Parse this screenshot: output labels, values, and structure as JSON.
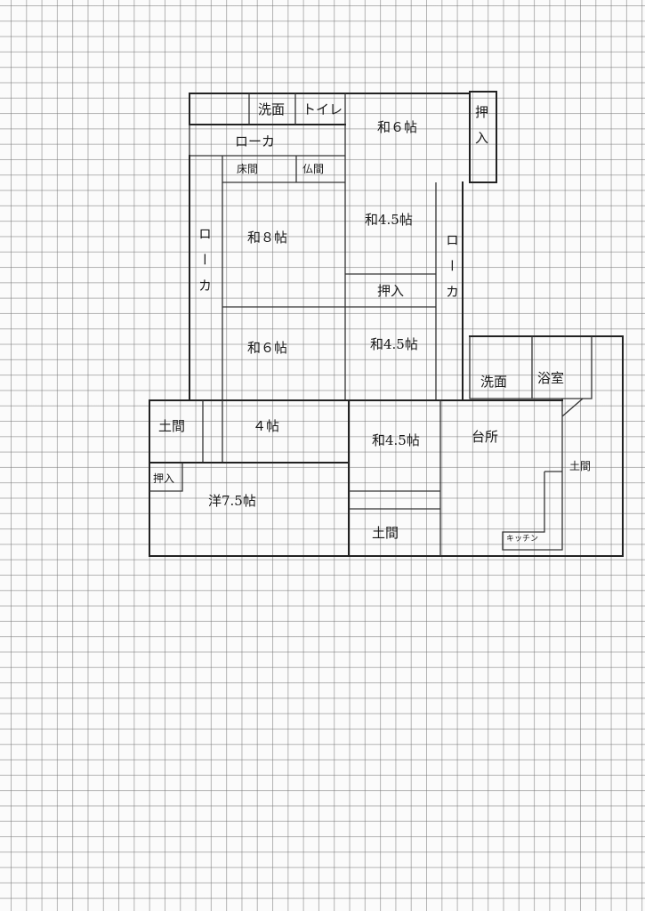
{
  "rooms": {
    "senmen_top": "洗面",
    "toilet": "トイレ",
    "wa6_top": "和６帖",
    "oshiire_right_top": "押入",
    "roka_top": "ローカ",
    "tokonoma": "床間",
    "butsuma": "仏間",
    "wa8": "和８帖",
    "wa45_a": "和4.5帖",
    "roka_left": "ローカ",
    "roka_right": "ローカ",
    "oshiire_mid": "押入",
    "wa6_mid": "和６帖",
    "wa45_b": "和4.5帖",
    "senmen_bath": "洗面",
    "yokushitsu": "浴室",
    "doma_left": "土間",
    "yon_jo": "４帖",
    "wa45_c": "和4.5帖",
    "daidokoro": "台所",
    "doma_right": "土間",
    "oshiire_small": "押入",
    "you75": "洋7.5帖",
    "doma_bottom": "土間",
    "kitchen": "キッチン"
  }
}
